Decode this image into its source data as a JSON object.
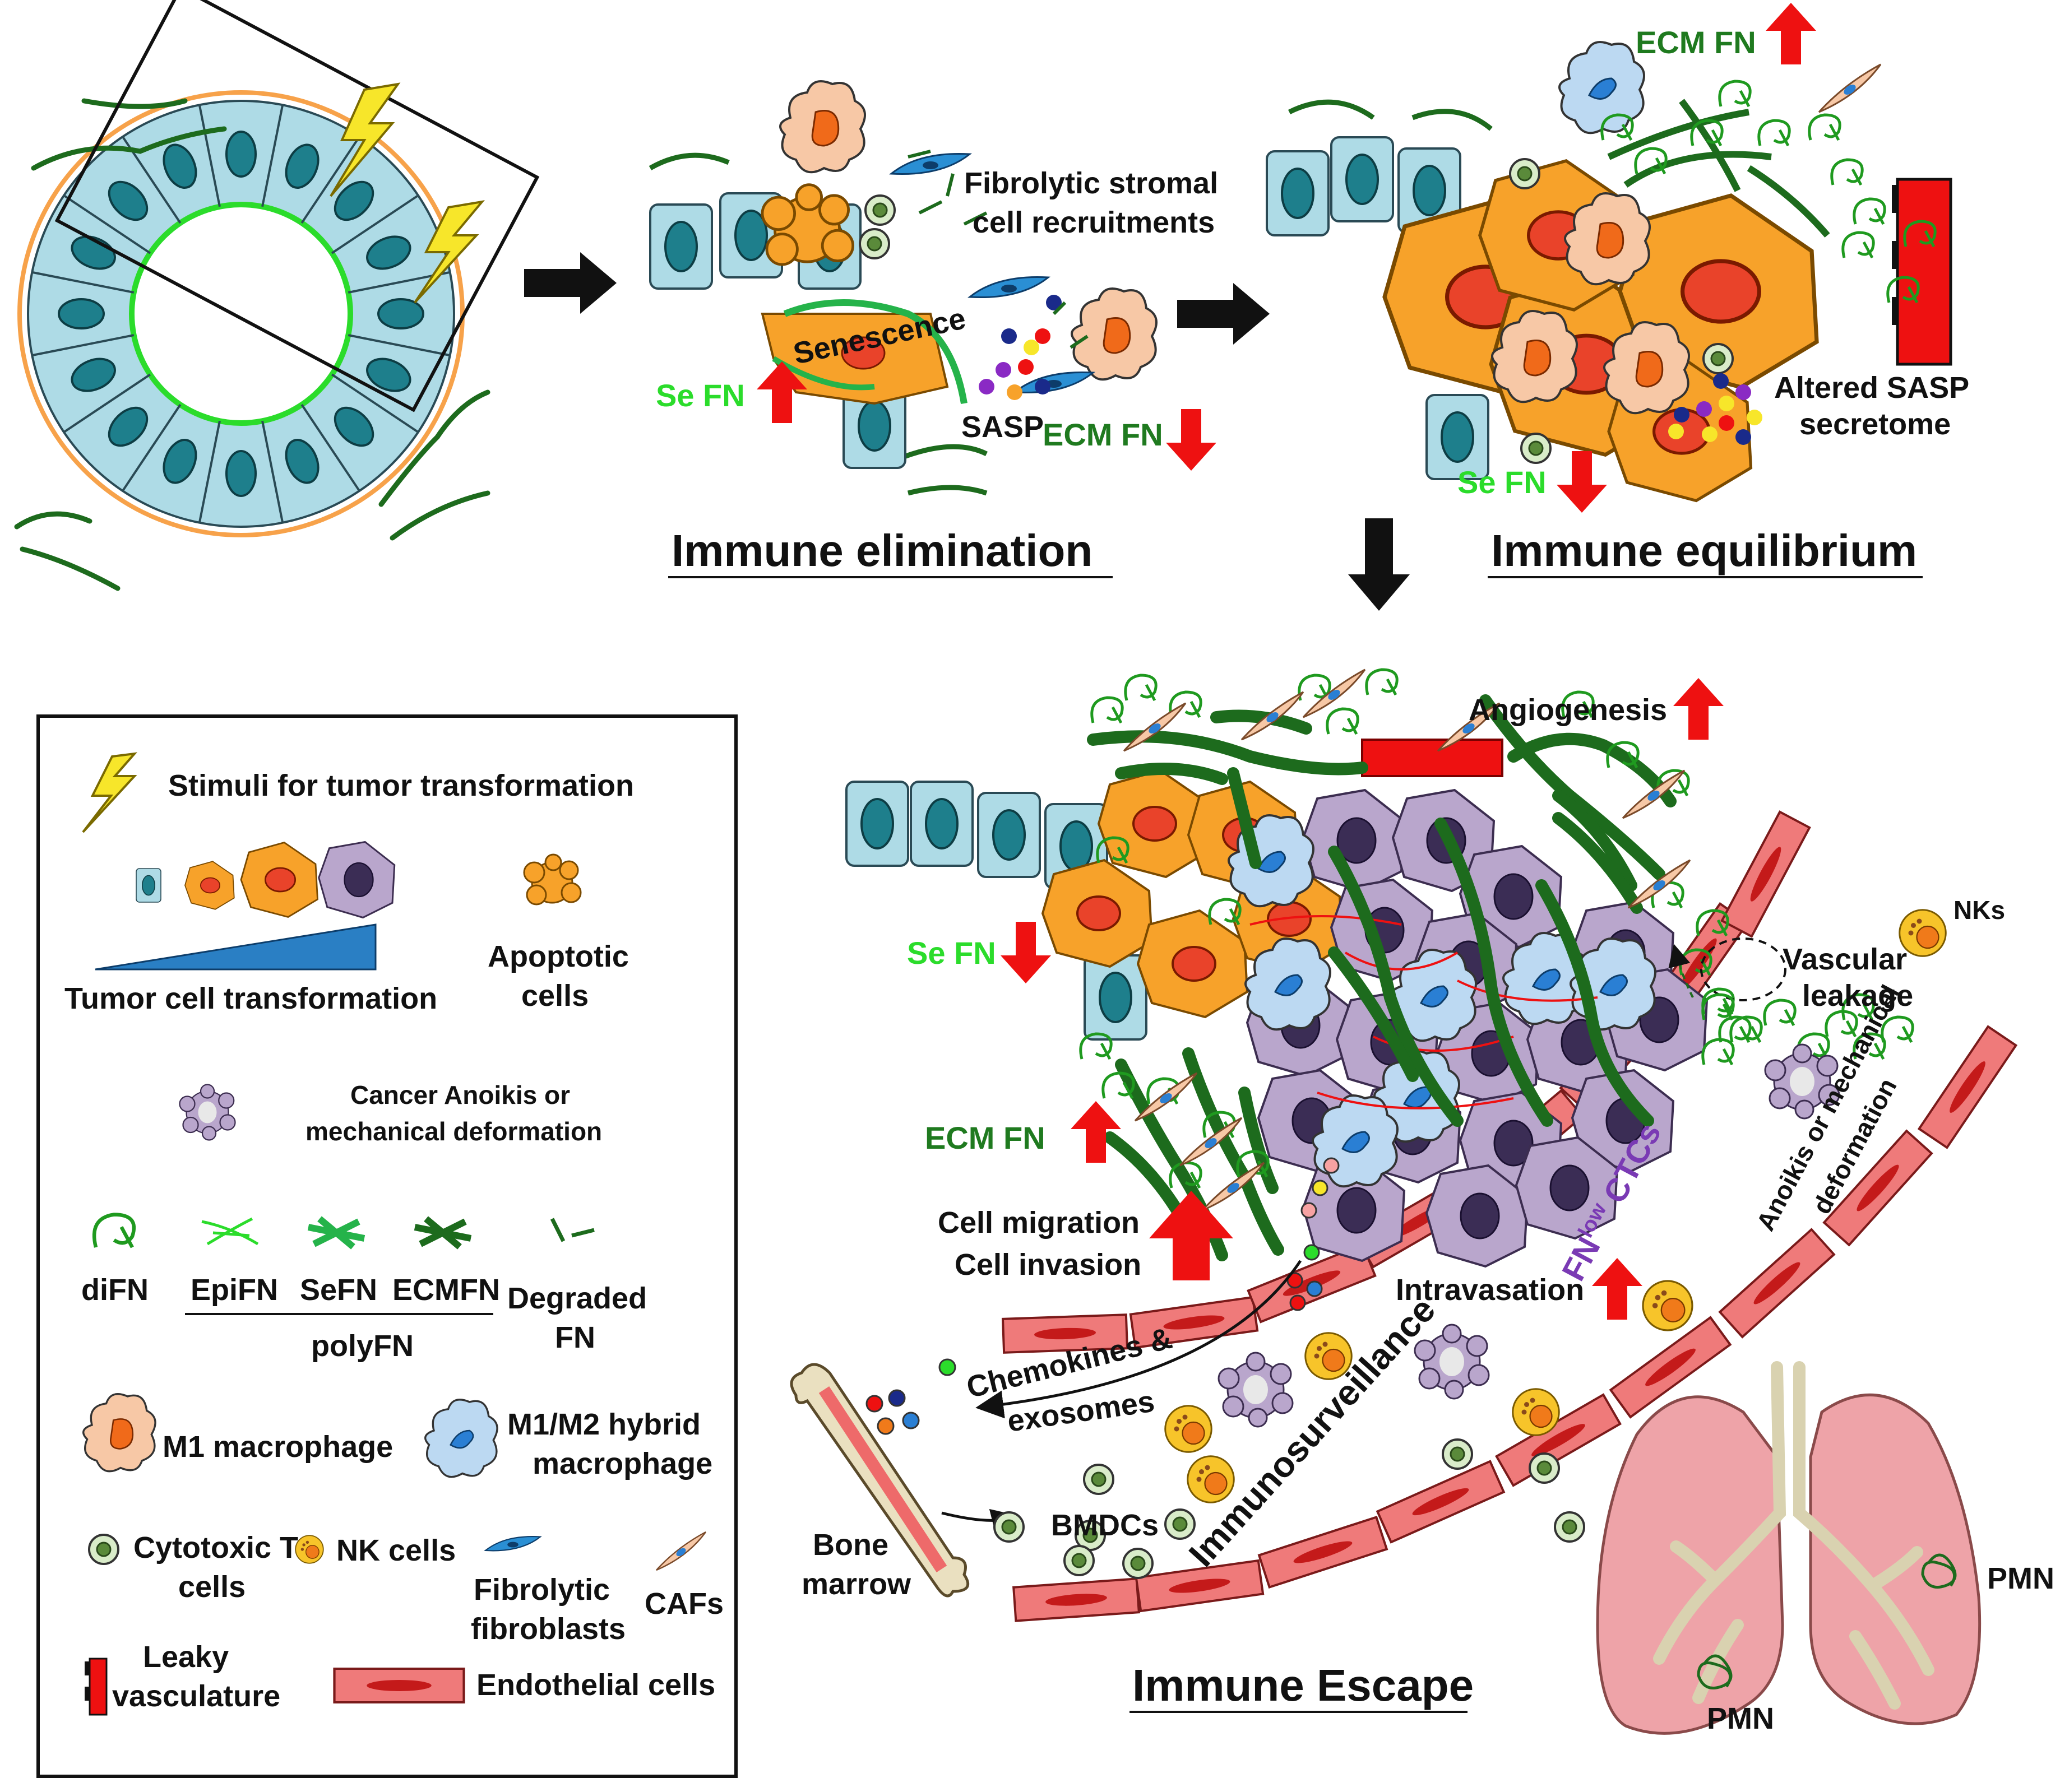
{
  "panels": {
    "elimination_title": "Immune elimination",
    "equilibrium_title": "Immune equilibrium",
    "escape_title": "Immune Escape"
  },
  "elimination": {
    "fibrolytic_line1": "Fibrolytic stromal",
    "fibrolytic_line2": "cell recruitments",
    "senescence": "Senescence",
    "se_fn": "Se FN",
    "sasp": "SASP",
    "ecm_fn": "ECM FN"
  },
  "equilibrium": {
    "ecm_fn": "ECM FN",
    "altered_sasp_line1": "Altered SASP",
    "altered_sasp_line2": "secretome",
    "se_fn": "Se FN"
  },
  "escape": {
    "angiogenesis": "Angiogenesis",
    "se_fn": "Se FN",
    "ecm_fn": "ECM FN",
    "cell_migration": "Cell migration",
    "cell_invasion": "Cell invasion",
    "nks": "NKs",
    "vascular_line1": "Vascular",
    "vascular_line2": "leakage",
    "anoikis_line1": "Anoikis or mechanical",
    "anoikis_line2": "deformation",
    "ctcs_base": "FN",
    "ctcs_sup": "low",
    "ctcs_rest": " CTCs",
    "intravasation": "Intravasation",
    "immunosurveillance": "Immunosurveillance",
    "chemokines_line1": "Chemokines &",
    "chemokines_line2": "exosomes",
    "bmdcs": "BMDCs",
    "bone_line1": "Bone",
    "bone_line2": "marrow",
    "pmn_1": "PMN",
    "pmn_2": "PMN"
  },
  "legend": {
    "stimuli": "Stimuli for tumor transformation",
    "transformation": "Tumor cell transformation",
    "apoptotic_line1": "Apoptotic",
    "apoptotic_line2": "cells",
    "anoikis_line1": "Cancer Anoikis or",
    "anoikis_line2": "mechanical deformation",
    "difn": "diFN",
    "epifn": "EpiFN",
    "sefn": "SeFN",
    "ecmfn": "ECMFN",
    "degraded_line1": "Degraded",
    "degraded_line2": "FN",
    "polyfn": "polyFN",
    "m1": "M1 macrophage",
    "m1m2_line1": "M1/M2 hybrid",
    "m1m2_line2": "macrophage",
    "tcell_line1": "Cytotoxic T",
    "tcell_line2": "cells",
    "nk": "NK cells",
    "fibro_line1": "Fibrolytic",
    "fibro_line2": "fibroblasts",
    "cafs": "CAFs",
    "leaky_line1": "Leaky",
    "leaky_line2": "vasculature",
    "endothelial": "Endothelial cells"
  },
  "colors": {
    "epithelial": "#aedbe6",
    "nucleus_teal": "#1e7f8c",
    "orange_cell": "#f7a22a",
    "purple_cell": "#b9a6cc",
    "ecm_green": "#1d6b1d",
    "bright_green": "#2bdc2b",
    "red_arrow": "#ee1111",
    "vessel": "#ef7a7a",
    "lung": "#eea3a8"
  }
}
